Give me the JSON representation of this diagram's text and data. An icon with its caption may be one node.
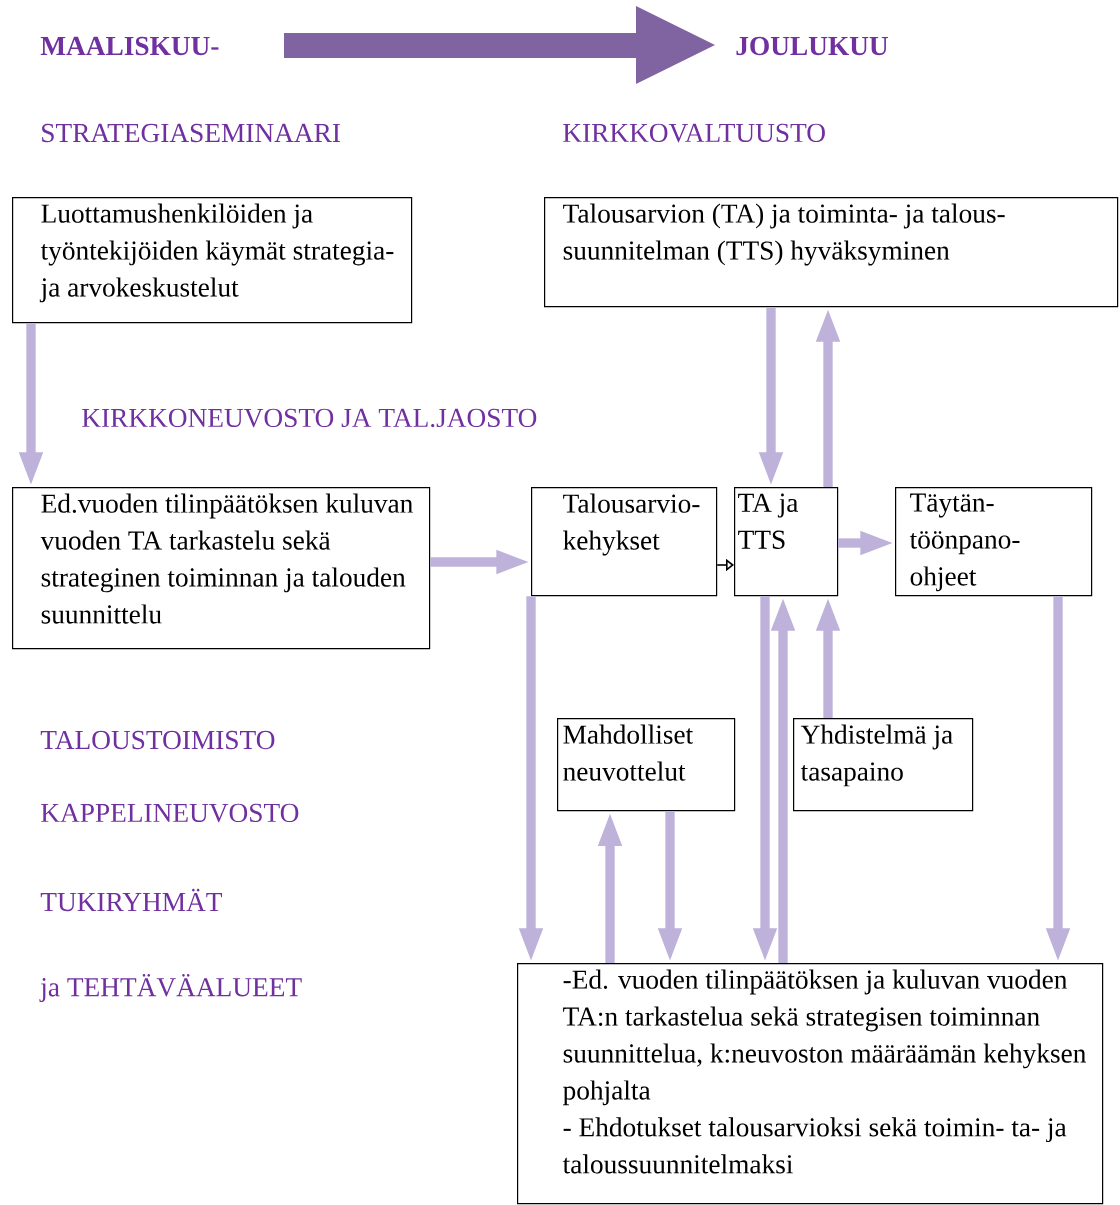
{
  "diagram": {
    "nodes": [
      {
        "text": [
          "Luottamushenkilöiden ja työntekijöiden käymät strategia- ja arvokeskustelut"
        ]
      },
      {
        "text": [
          "Talousarvion (TA) ja toiminta- ja talous- suunnitelman (TTS) hyväksyminen"
        ]
      },
      {
        "text": [
          "Ed.vuoden tilinpäätöksen kuluvan vuoden TA tarkastelu sekä strateginen toiminnan ja talouden suunnittelu"
        ]
      },
      {
        "text": [
          "Talousarvio- kehykset"
        ]
      },
      {
        "text": [
          "TA ja TTS"
        ]
      },
      {
        "text": [
          "Täytän- töönpano- ohjeet"
        ]
      },
      {
        "text": [
          "Mahdolliset neuvottelut"
        ]
      },
      {
        "text": [
          "Yhdistelmä ja tasapaino"
        ]
      },
      {
        "text": [
          "-Ed. vuoden tilinpäätöksen ja kuluvan vuoden TA:n tarkastelua sekä strategisen toiminnan suunnittelua, k:neuvoston määräämän kehyksen pohjalta",
          "- Ehdotukset talousarvioksi sekä toimin- ta- ja taloussuunnitelmaksi"
        ]
      }
    ],
    "edges": [
      {
        "from": 0,
        "to": 2,
        "arrow": "to"
      },
      {
        "from": 1,
        "to": 4,
        "arrow": "to"
      },
      {
        "from": 4,
        "to": 1,
        "arrow": "to"
      },
      {
        "from": 2,
        "to": 3,
        "arrow": "to"
      },
      {
        "from": 3,
        "to": 4,
        "arrow": "to",
        "color": "#000000"
      },
      {
        "from": 4,
        "to": 5,
        "arrow": "to"
      },
      {
        "from": 3,
        "to": 8,
        "arrow": "to"
      },
      {
        "from": 8,
        "to": 6,
        "arrow": "to"
      },
      {
        "from": 6,
        "to": 8,
        "arrow": "to"
      },
      {
        "from": 4,
        "to": 8,
        "arrow": "to"
      },
      {
        "from": 8,
        "to": 4,
        "arrow": "to"
      },
      {
        "from": 7,
        "to": 4,
        "arrow": "to"
      },
      {
        "from": 5,
        "to": 8,
        "arrow": "to"
      }
    ],
    "labels": [
      "MAALISKUU-",
      "JOULUKUU",
      "STRATEGIASEMINAARI",
      "KIRKKOVALTUUSTO",
      "KIRKKONEUVOSTO JA TAL.JAOSTO",
      "TALOUSTOIMISTO",
      "KAPPELINEUVOSTO",
      "TUKIRYHMÄT",
      "ja TEHTÄVÄALUEET"
    ]
  }
}
